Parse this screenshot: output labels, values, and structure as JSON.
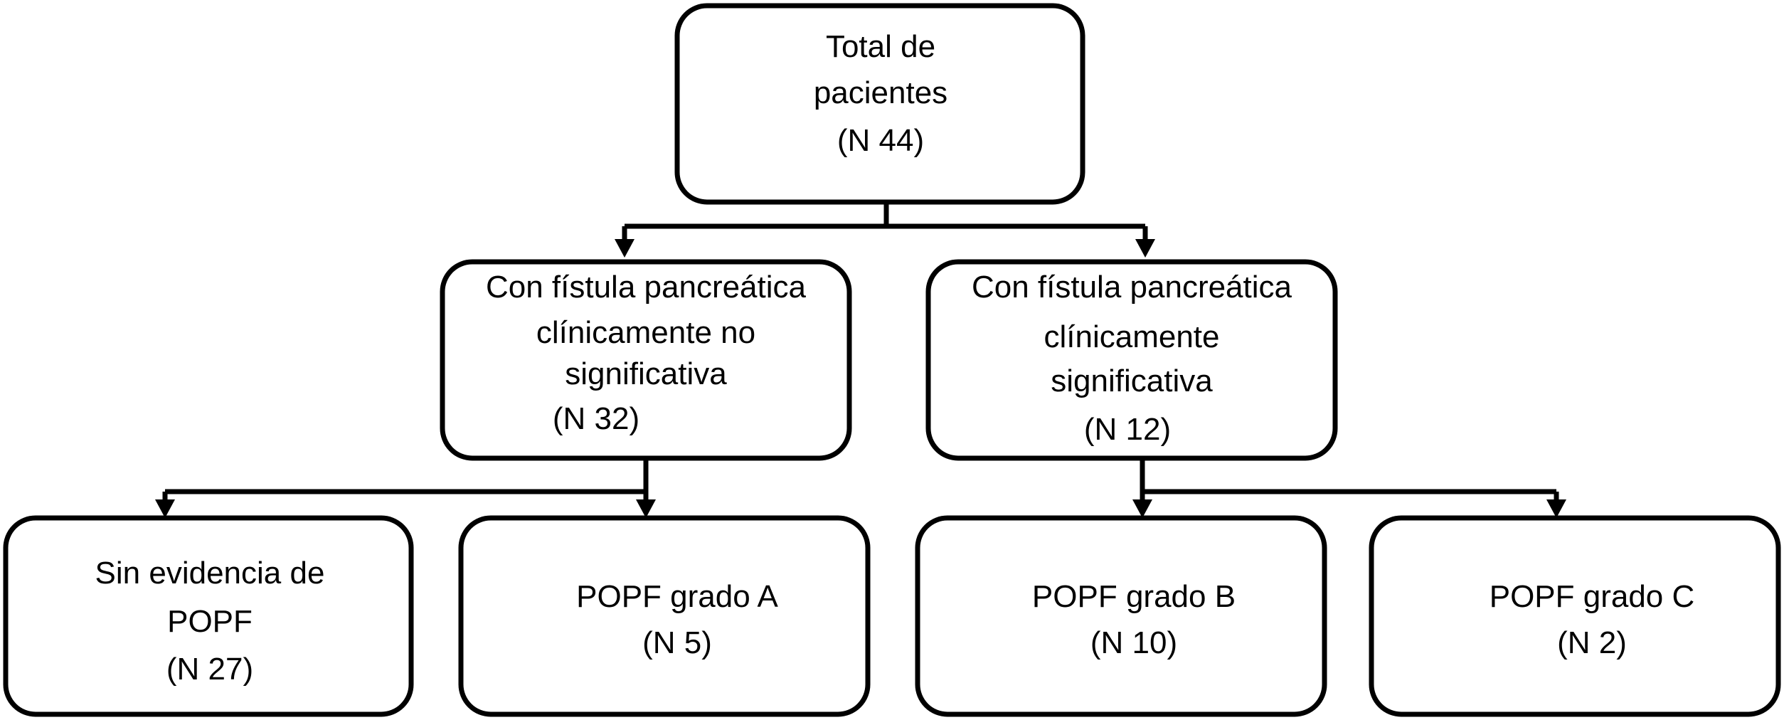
{
  "nodes": {
    "total": {
      "lines": [
        "Total de",
        "pacientes",
        "(N 44)"
      ]
    },
    "no_significativa": {
      "lines": [
        "Con fístula pancreática",
        "clínicamente no",
        "significativa",
        "(N 32)"
      ]
    },
    "significativa": {
      "lines": [
        "Con fístula pancreática",
        "clínicamente",
        "significativa",
        "(N 12)"
      ]
    },
    "sin_evidencia": {
      "lines": [
        "Sin evidencia de",
        "POPF",
        "(N 27)"
      ]
    },
    "grado_a": {
      "lines": [
        "POPF grado A",
        "(N 5)"
      ]
    },
    "grado_b": {
      "lines": [
        "POPF grado B",
        "(N 10)"
      ]
    },
    "grado_c": {
      "lines": [
        "POPF grado C",
        "(N 2)"
      ]
    }
  },
  "colors": {
    "stroke": "#000000",
    "fill": "#ffffff"
  }
}
